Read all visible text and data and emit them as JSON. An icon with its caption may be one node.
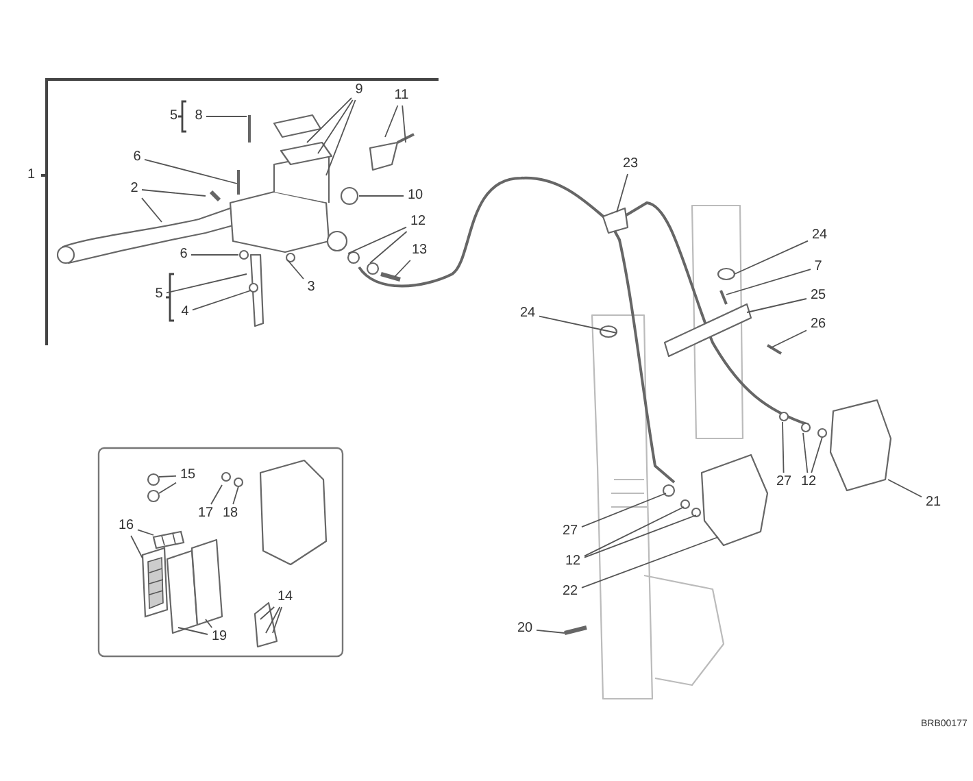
{
  "diagram": {
    "nodes": [
      {
        "text": [
          "9"
        ]
      },
      {
        "text": [
          "11"
        ]
      },
      {
        "text": [
          "8"
        ]
      },
      {
        "text": [
          "6"
        ]
      },
      {
        "text": [
          "2"
        ]
      },
      {
        "text": [
          "10"
        ]
      },
      {
        "text": [
          "12"
        ]
      },
      {
        "text": [
          "13"
        ]
      },
      {
        "text": [
          "6"
        ]
      },
      {
        "text": [
          "3"
        ]
      },
      {
        "text": [
          "5"
        ]
      },
      {
        "text": [
          "4"
        ]
      },
      {
        "text": [
          "23"
        ]
      },
      {
        "text": [
          "24"
        ]
      },
      {
        "text": [
          "7"
        ]
      },
      {
        "text": [
          "25"
        ]
      },
      {
        "text": [
          "24"
        ]
      },
      {
        "text": [
          "26"
        ]
      },
      {
        "text": [
          "15"
        ]
      },
      {
        "text": [
          "17"
        ]
      },
      {
        "text": [
          "18"
        ]
      },
      {
        "text": [
          "16"
        ]
      },
      {
        "text": [
          "19"
        ]
      },
      {
        "text": [
          "14"
        ]
      },
      {
        "text": [
          "27"
        ]
      },
      {
        "text": [
          "12"
        ]
      },
      {
        "text": [
          "21"
        ]
      },
      {
        "text": [
          "27"
        ]
      },
      {
        "text": [
          "12"
        ]
      },
      {
        "text": [
          "22"
        ]
      },
      {
        "text": [
          "20"
        ]
      },
      {
        "text": [],
        "shape": "picture"
      },
      {
        "text": [],
        "shape": "picture"
      }
    ],
    "edges": [
      {
        "from": 0,
        "to": null,
        "arrow": "none"
      },
      {
        "from": 0,
        "to": null,
        "arrow": "none"
      },
      {
        "from": 0,
        "to": null,
        "arrow": "none"
      },
      {
        "from": 1,
        "to": null,
        "arrow": "none"
      },
      {
        "from": 1,
        "to": null,
        "arrow": "none"
      },
      {
        "from": 2,
        "to": null,
        "arrow": "none"
      },
      {
        "from": 3,
        "to": null,
        "arrow": "none"
      },
      {
        "from": 4,
        "to": null,
        "arrow": "none"
      },
      {
        "from": 4,
        "to": null,
        "arrow": "none"
      },
      {
        "from": 5,
        "to": null,
        "arrow": "none"
      },
      {
        "from": 6,
        "to": null,
        "arrow": "none"
      },
      {
        "from": 6,
        "to": null,
        "arrow": "none"
      },
      {
        "from": 7,
        "to": null,
        "arrow": "none"
      },
      {
        "from": 8,
        "to": null,
        "arrow": "none"
      },
      {
        "from": 9,
        "to": null,
        "arrow": "none"
      },
      {
        "from": 10,
        "to": null,
        "arrow": "none"
      },
      {
        "from": 11,
        "to": null,
        "arrow": "none"
      },
      {
        "from": 12,
        "to": null,
        "arrow": "none"
      },
      {
        "from": 13,
        "to": null,
        "arrow": "none"
      },
      {
        "from": 14,
        "to": null,
        "arrow": "none"
      },
      {
        "from": 15,
        "to": null,
        "arrow": "none"
      },
      {
        "from": 16,
        "to": null,
        "arrow": "none"
      },
      {
        "from": 17,
        "to": null,
        "arrow": "none"
      },
      {
        "from": 18,
        "to": null,
        "arrow": "none"
      },
      {
        "from": 18,
        "to": null,
        "arrow": "none"
      },
      {
        "from": 19,
        "to": null,
        "arrow": "none"
      },
      {
        "from": 20,
        "to": null,
        "arrow": "none"
      },
      {
        "from": 21,
        "to": 31,
        "arrow": "none"
      },
      {
        "from": 21,
        "to": 32,
        "arrow": "none"
      },
      {
        "from": 22,
        "to": null,
        "arrow": "none"
      },
      {
        "from": 22,
        "to": null,
        "arrow": "none"
      },
      {
        "from": 23,
        "to": null,
        "arrow": "none"
      },
      {
        "from": 23,
        "to": null,
        "arrow": "none"
      },
      {
        "from": 23,
        "to": null,
        "arrow": "none"
      },
      {
        "from": 24,
        "to": null,
        "arrow": "none"
      },
      {
        "from": 25,
        "to": null,
        "arrow": "none"
      },
      {
        "from": 25,
        "to": null,
        "arrow": "none"
      },
      {
        "from": 26,
        "to": null,
        "arrow": "none"
      },
      {
        "from": 27,
        "to": null,
        "arrow": "none"
      },
      {
        "from": 28,
        "to": null,
        "arrow": "none"
      },
      {
        "from": 28,
        "to": null,
        "arrow": "none"
      },
      {
        "from": 29,
        "to": null,
        "arrow": "none"
      },
      {
        "from": 30,
        "to": null,
        "arrow": "none"
      }
    ],
    "labels": [
      "1",
      "5",
      "BRB00177"
    ]
  }
}
